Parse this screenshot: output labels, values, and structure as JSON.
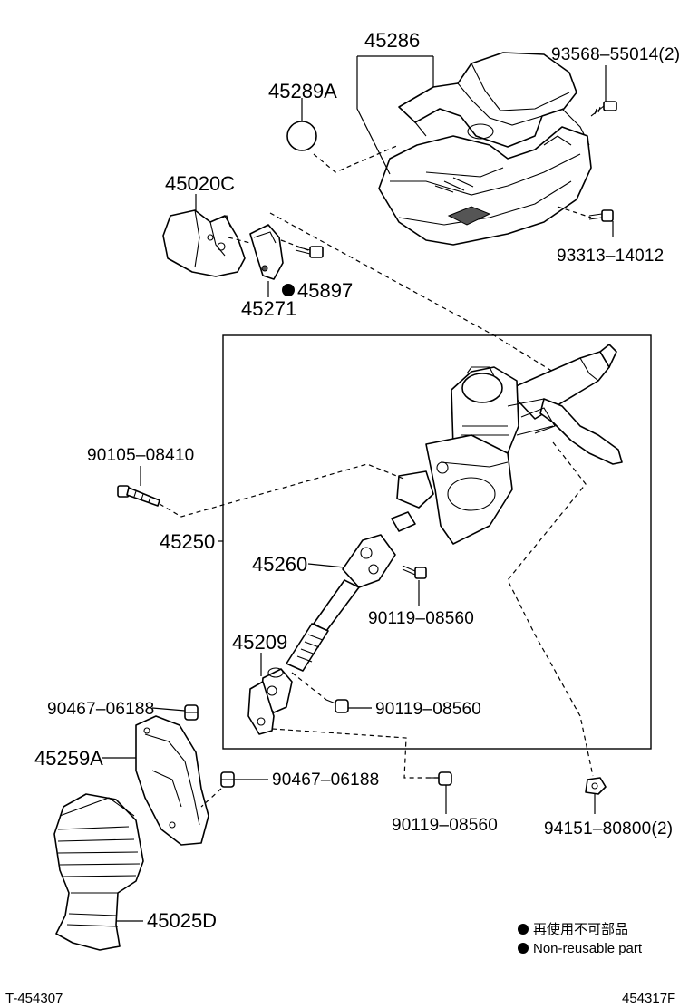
{
  "labels": {
    "p45286": "45286",
    "p45289a": "45289A",
    "p93568": "93568–55014(2)",
    "p45020c": "45020C",
    "p93313": "93313–14012",
    "p45897": "45897",
    "p45271": "45271",
    "p90105": "90105–08410",
    "p45250": "45250",
    "p45260": "45260",
    "p90119a": "90119–08560",
    "p45209": "45209",
    "p90119b": "90119–08560",
    "p90467a": "90467–06188",
    "p45259a": "45259A",
    "p90467b": "90467–06188",
    "p90119c": "90119–08560",
    "p94151": "94151–80800(2)",
    "p45025d": "45025D"
  },
  "legend": {
    "jp": "再使用不可部品",
    "en": "Non-reusable part"
  },
  "footer": {
    "left_code": "T-454307",
    "right_code": "454317F"
  }
}
